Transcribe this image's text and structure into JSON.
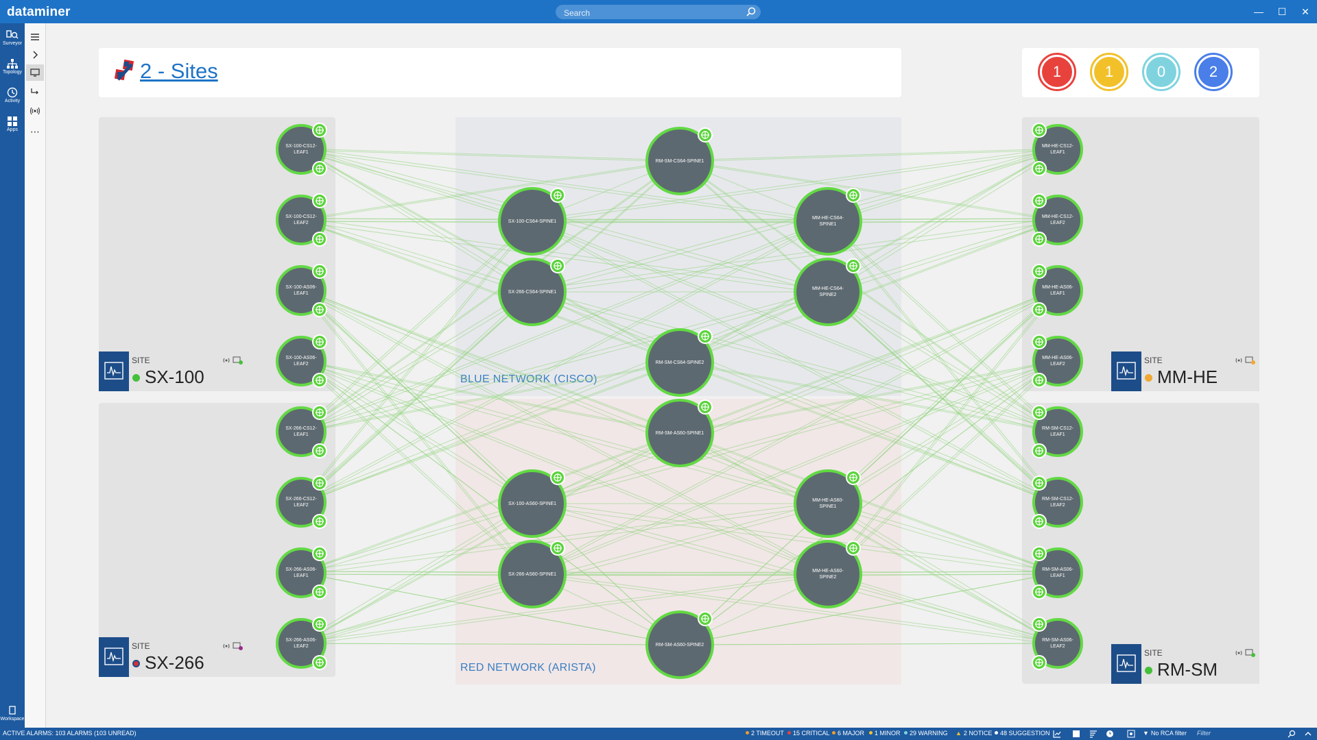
{
  "app": {
    "title": "dataminer"
  },
  "search": {
    "placeholder": "Search"
  },
  "window_controls": {
    "minimize": "—",
    "maximize": "☐",
    "close": "✕"
  },
  "rail": [
    {
      "label": "Surveyor",
      "icon": "surveyor-icon"
    },
    {
      "label": "Topology",
      "icon": "topology-icon"
    },
    {
      "label": "Activity",
      "icon": "activity-icon"
    },
    {
      "label": "Apps",
      "icon": "apps-icon"
    },
    {
      "label": "Workspace",
      "icon": "workspace-icon"
    }
  ],
  "page": {
    "title": "2 - Sites"
  },
  "counters": [
    {
      "value": "1",
      "color": "#e8423d"
    },
    {
      "value": "1",
      "color": "#f2c12a"
    },
    {
      "value": "0",
      "color": "#7fd3df"
    },
    {
      "value": "2",
      "color": "#4a7ee8"
    }
  ],
  "sites": {
    "sx100": {
      "kind": "SITE",
      "name": "SX-100",
      "status_color": "#45c03a"
    },
    "sx266": {
      "kind": "SITE",
      "name": "SX-266",
      "status_color": "#d1323a"
    },
    "mmhe": {
      "kind": "SITE",
      "name": "MM-HE",
      "status_color": "#f0a833"
    },
    "rmsm": {
      "kind": "SITE",
      "name": "RM-SM",
      "status_color": "#45c03a"
    }
  },
  "networks": {
    "blue": "BLUE NETWORK (CISCO)",
    "red": "RED NETWORK (ARISTA)"
  },
  "nodes": {
    "sx100_cs12_leaf1": "SX-100-CS12-\nLEAF1",
    "sx100_cs12_leaf2": "SX-100-CS12-\nLEAF2",
    "sx100_as06_leaf1": "SX-100-AS06-\nLEAF1",
    "sx100_as06_leaf2": "SX-100-AS06-\nLEAF2",
    "sx266_cs12_leaf1": "SX-266-CS12-\nLEAF1",
    "sx266_cs12_leaf2": "SX-266-CS12-\nLEAF2",
    "sx266_as06_leaf1": "SX-266-AS06-\nLEAF1",
    "sx266_as06_leaf2": "SX-266-AS06-\nLEAF2",
    "mmhe_cs12_leaf1": "MM-HE-CS12-\nLEAF1",
    "mmhe_cs12_leaf2": "MM-HE-CS12-\nLEAF2",
    "mmhe_as06_leaf1": "MM-HE-AS06-\nLEAF1",
    "mmhe_as06_leaf2": "MM-HE-AS06-\nLEAF2",
    "rmsm_cs12_leaf1": "RM-SM-CS12-\nLEAF1",
    "rmsm_cs12_leaf2": "RM-SM-CS12-\nLEAF2",
    "rmsm_as06_leaf1": "RM-SM-AS06-\nLEAF1",
    "rmsm_as06_leaf2": "RM-SM-AS06-\nLEAF2",
    "sx100_cs64_spine1": "SX-100-CS64-SPINE1",
    "sx266_cs64_spine1": "SX-266-CS64-SPINE1",
    "rmsm_cs64_spine1": "RM-SM-CS64-SPINE1",
    "rmsm_cs64_spine2": "RM-SM-CS64-SPINE2",
    "mmhe_cs64_spine1": "MM-HE-CS64-\nSPINE1",
    "mmhe_cs64_spine2": "MM-HE-CS64-\nSPINE2",
    "rmsm_as60_spine1": "RM-SM-AS60-SPINE1",
    "rmsm_as60_spine2": "RM-SM-AS60-SPINE2",
    "sx100_as60_spine1": "SX-100-AS60-SPINE1",
    "sx266_as60_spine1": "SX-266-AS60-SPINE1",
    "mmhe_as60_spine1": "MM-HE-AS60-\nSPINE1",
    "mmhe_as60_spine2": "MM-HE-AS60-\nSPINE2"
  },
  "statusbar": {
    "active_alarms": "ACTIVE ALARMS: 103 ALARMS (103 UNREAD)",
    "timeout": "2 TIMEOUT",
    "critical": "15 CRITICAL",
    "major": "6 MAJOR",
    "minor": "1 MINOR",
    "warning": "29 WARNING",
    "notice": "2 NOTICE",
    "suggestion": "48 SUGGESTION",
    "rca_filter": "No RCA filter",
    "filter_placeholder": "Filter"
  }
}
